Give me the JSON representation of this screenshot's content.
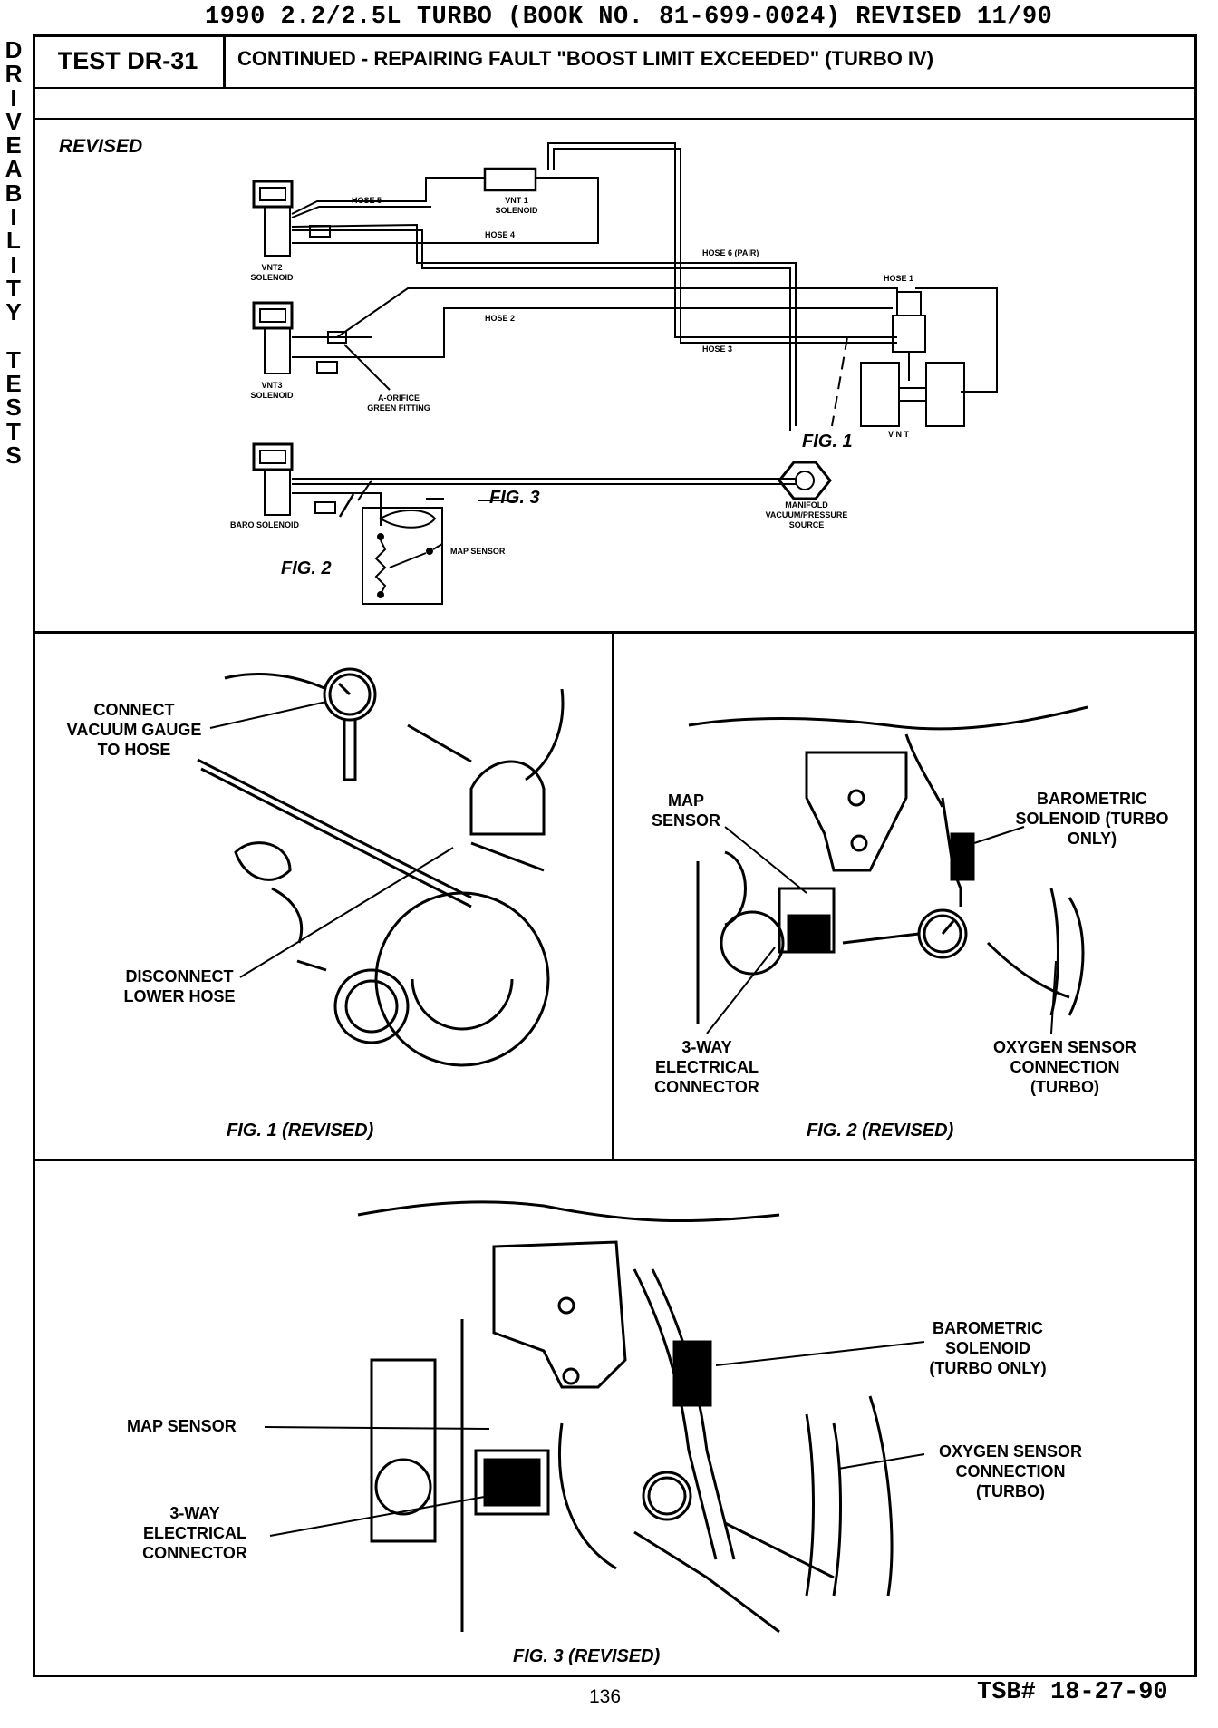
{
  "document": {
    "header_line": "1990 2.2/2.5L TURBO (BOOK NO. 81-699-0024) REVISED 11/90",
    "sidebar_text": "DRIVEABILITY TESTS",
    "test_id": "TEST DR-31",
    "title": "CONTINUED - REPAIRING FAULT \"BOOST LIMIT EXCEEDED\" (TURBO IV)",
    "revised_label": "REVISED",
    "page_number": "136",
    "tsb": "TSB# 18-27-90"
  },
  "schematic": {
    "hose5": "HOSE 5",
    "hose4": "HOSE 4",
    "hose6": "HOSE 6 (PAIR)",
    "hose1": "HOSE 1",
    "hose2": "HOSE 2",
    "hose3": "HOSE 3",
    "vnt1": "VNT 1 SOLENOID",
    "vnt2": "VNT2 SOLENOID",
    "vnt3": "VNT3 SOLENOID",
    "orifice": "A-ORIFICE GREEN FITTING",
    "baro": "BARO SOLENOID",
    "map": "MAP SENSOR",
    "manifold": "MANIFOLD VACUUM/PRESSURE SOURCE",
    "vnt": "V N T",
    "fig1_ref": "FIG. 1",
    "fig2_ref": "FIG. 2",
    "fig3_ref": "FIG. 3"
  },
  "fig1": {
    "caption": "FIG. 1  (REVISED)",
    "connect_label": "CONNECT VACUUM GAUGE TO HOSE",
    "disconnect_label": "DISCONNECT LOWER HOSE"
  },
  "fig2": {
    "caption": "FIG. 2  (REVISED)",
    "map_label": "MAP SENSOR",
    "baro_label": "BAROMETRIC SOLENOID (TURBO ONLY)",
    "connector_label": "3-WAY ELECTRICAL CONNECTOR",
    "oxygen_label": "OXYGEN SENSOR CONNECTION (TURBO)"
  },
  "fig3": {
    "caption": "FIG.  3  (REVISED)",
    "map_label": "MAP SENSOR",
    "baro_label": "BAROMETRIC SOLENOID (TURBO ONLY)",
    "connector_label": "3-WAY ELECTRICAL CONNECTOR",
    "oxygen_label": "OXYGEN SENSOR CONNECTION (TURBO)"
  }
}
